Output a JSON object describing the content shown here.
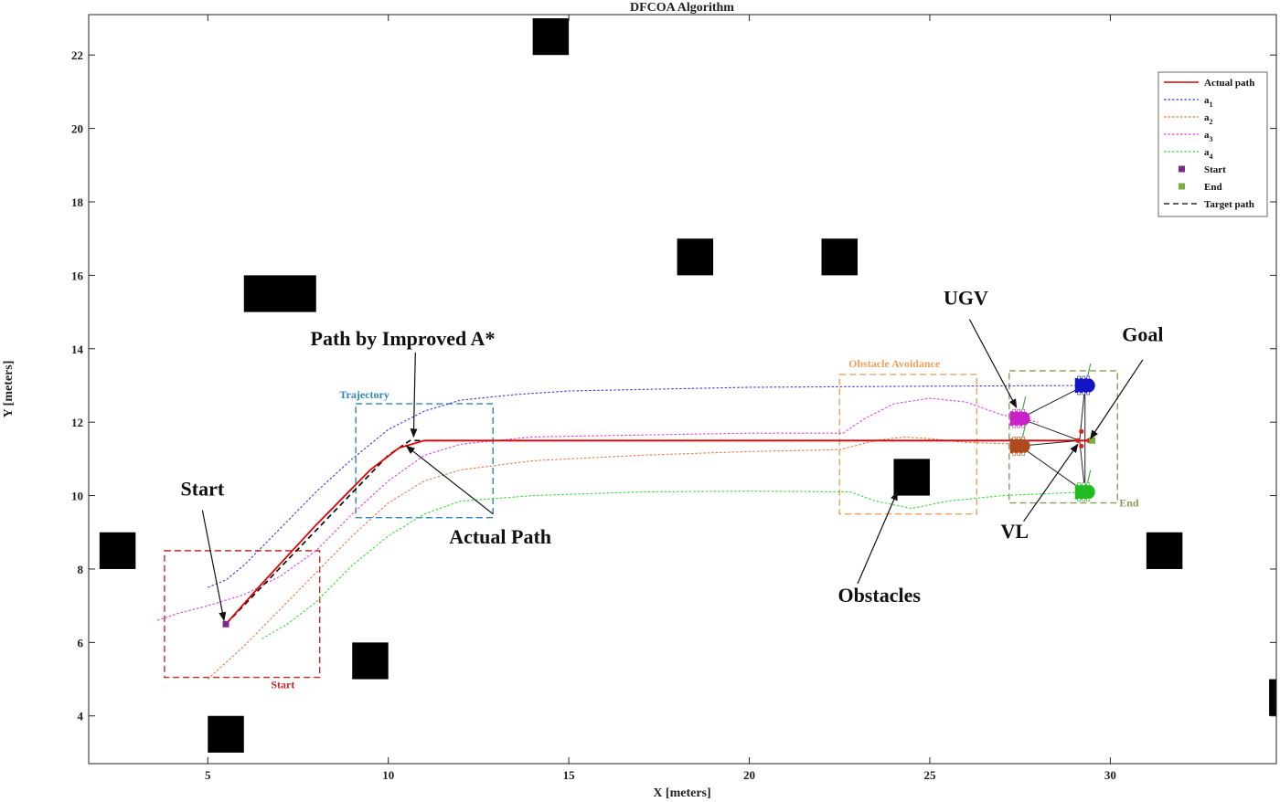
{
  "chart_data": {
    "type": "line",
    "title": "DFCOA Algorithm",
    "xlabel": "X [meters]",
    "ylabel": "Y [meters]",
    "xlim": [
      1.7,
      34.6
    ],
    "ylim": [
      2.7,
      23.1
    ],
    "xticks": [
      5,
      10,
      15,
      20,
      25,
      30
    ],
    "yticks": [
      4,
      6,
      8,
      10,
      12,
      14,
      16,
      18,
      20,
      22
    ],
    "grid": false,
    "legend_position": "top-right",
    "legend": [
      {
        "label": "Actual path",
        "sub": "",
        "color": "#e00000",
        "style": "solid"
      },
      {
        "label": "a",
        "sub": "1",
        "color": "#3b3bd9",
        "style": "dotted"
      },
      {
        "label": "a",
        "sub": "2",
        "color": "#e8784a",
        "style": "dotted"
      },
      {
        "label": "a",
        "sub": "3",
        "color": "#e040e0",
        "style": "dotted"
      },
      {
        "label": "a",
        "sub": "4",
        "color": "#33dd33",
        "style": "dotted"
      },
      {
        "label": "Start",
        "sub": "",
        "color": "#7d2a8c",
        "style": "marker"
      },
      {
        "label": "End",
        "sub": "",
        "color": "#7ab040",
        "style": "marker"
      },
      {
        "label": "Target path",
        "sub": "",
        "color": "#000000",
        "style": "dashed"
      }
    ],
    "series": [
      {
        "name": "Target path",
        "color": "#000000",
        "style": "dashed",
        "points": [
          [
            5.5,
            6.5
          ],
          [
            10,
            11.1
          ],
          [
            10.6,
            11.5
          ],
          [
            29.4,
            11.5
          ]
        ]
      },
      {
        "name": "Actual path",
        "color": "#e00000",
        "style": "solid",
        "points": [
          [
            5.5,
            6.5
          ],
          [
            6.5,
            7.6
          ],
          [
            8,
            9.2
          ],
          [
            9.5,
            10.7
          ],
          [
            10.3,
            11.3
          ],
          [
            11,
            11.5
          ],
          [
            13,
            11.5
          ],
          [
            29.4,
            11.5
          ]
        ]
      },
      {
        "name": "a1",
        "color": "#3b3bd9",
        "style": "dotted",
        "points": [
          [
            5,
            7.5
          ],
          [
            5.5,
            7.7
          ],
          [
            6,
            8.1
          ],
          [
            7,
            9.1
          ],
          [
            8,
            10.1
          ],
          [
            9,
            11
          ],
          [
            10,
            11.8
          ],
          [
            11,
            12.3
          ],
          [
            12,
            12.6
          ],
          [
            13.5,
            12.75
          ],
          [
            15,
            12.85
          ],
          [
            20,
            12.95
          ],
          [
            25,
            12.98
          ],
          [
            29.4,
            13
          ]
        ]
      },
      {
        "name": "a2",
        "color": "#e8784a",
        "style": "dotted",
        "points": [
          [
            5,
            5
          ],
          [
            6,
            5.9
          ],
          [
            7,
            6.9
          ],
          [
            8,
            7.9
          ],
          [
            9,
            8.9
          ],
          [
            10,
            9.8
          ],
          [
            11,
            10.4
          ],
          [
            12,
            10.7
          ],
          [
            14,
            10.95
          ],
          [
            17,
            11.1
          ],
          [
            20,
            11.2
          ],
          [
            22.5,
            11.25
          ],
          [
            23.5,
            11.5
          ],
          [
            24.3,
            11.6
          ],
          [
            25,
            11.55
          ],
          [
            26,
            11.45
          ],
          [
            27.5,
            11.4
          ]
        ]
      },
      {
        "name": "a3",
        "color": "#e040e0",
        "style": "dotted",
        "points": [
          [
            3.6,
            6.6
          ],
          [
            4.2,
            6.8
          ],
          [
            5,
            7
          ],
          [
            6,
            7.3
          ],
          [
            7,
            7.8
          ],
          [
            8,
            8.5
          ],
          [
            9,
            9.5
          ],
          [
            10,
            10.4
          ],
          [
            11,
            11.1
          ],
          [
            12,
            11.4
          ],
          [
            14,
            11.6
          ],
          [
            17,
            11.65
          ],
          [
            20,
            11.7
          ],
          [
            22.6,
            11.7
          ],
          [
            23.2,
            12.1
          ],
          [
            24,
            12.5
          ],
          [
            25,
            12.65
          ],
          [
            26,
            12.55
          ],
          [
            27,
            12.2
          ],
          [
            28,
            12
          ]
        ]
      },
      {
        "name": "a4",
        "color": "#33dd33",
        "style": "dotted",
        "points": [
          [
            6.5,
            6.1
          ],
          [
            7.2,
            6.5
          ],
          [
            8,
            7.1
          ],
          [
            9,
            8.1
          ],
          [
            10,
            8.9
          ],
          [
            11,
            9.5
          ],
          [
            12,
            9.85
          ],
          [
            14,
            10
          ],
          [
            17,
            10.1
          ],
          [
            20,
            10.12
          ],
          [
            22.8,
            10.1
          ],
          [
            23.5,
            9.85
          ],
          [
            24.5,
            9.65
          ],
          [
            25.5,
            9.85
          ],
          [
            27,
            10
          ],
          [
            29.4,
            10.1
          ]
        ]
      }
    ],
    "obstacles": [
      {
        "x": [
          14,
          15
        ],
        "y": [
          22,
          23
        ]
      },
      {
        "x": [
          6,
          8
        ],
        "y": [
          15,
          16
        ]
      },
      {
        "x": [
          18,
          19
        ],
        "y": [
          16,
          17
        ]
      },
      {
        "x": [
          22,
          23
        ],
        "y": [
          16,
          17
        ]
      },
      {
        "x": [
          2,
          3
        ],
        "y": [
          8,
          9
        ]
      },
      {
        "x": [
          9,
          10
        ],
        "y": [
          5,
          6
        ]
      },
      {
        "x": [
          5,
          6
        ],
        "y": [
          3,
          4
        ]
      },
      {
        "x": [
          24,
          25
        ],
        "y": [
          10,
          11
        ]
      },
      {
        "x": [
          31,
          32
        ],
        "y": [
          8,
          9
        ]
      },
      {
        "x": [
          34.4,
          35
        ],
        "y": [
          4,
          5
        ]
      }
    ],
    "markers": [
      {
        "name": "start-marker",
        "x": 5.5,
        "y": 6.5,
        "color": "#7d2a8c"
      },
      {
        "name": "end-marker",
        "x": 29.5,
        "y": 11.5,
        "color": "#7ab040"
      }
    ],
    "vl_points": [
      [
        29.1,
        11.5
      ],
      [
        29.2,
        11.75
      ],
      [
        29.2,
        11.35
      ],
      [
        29.4,
        11.5
      ]
    ],
    "ugvs": [
      {
        "name": "ugv-a1",
        "x": 29.3,
        "y": 13,
        "color": "#1515c8"
      },
      {
        "name": "ugv-a3",
        "x": 27.5,
        "y": 12.1,
        "color": "#c822c8"
      },
      {
        "name": "ugv-a2",
        "x": 27.5,
        "y": 11.35,
        "color": "#b04a1c"
      },
      {
        "name": "ugv-a4",
        "x": 29.3,
        "y": 10.1,
        "color": "#22bb22"
      }
    ],
    "boxes": [
      {
        "name": "start-box",
        "x": [
          3.8,
          8.1
        ],
        "y": [
          5.05,
          8.5
        ],
        "color": "#c62828",
        "label": "Start",
        "label_pos": [
          6.75,
          4.75
        ]
      },
      {
        "name": "trajectory-box",
        "x": [
          9.1,
          12.9
        ],
        "y": [
          9.4,
          12.5
        ],
        "color": "#2e86c1",
        "label": "Trajectory",
        "label_pos": [
          8.65,
          12.65
        ]
      },
      {
        "name": "obstacle-avoidance-box",
        "x": [
          22.5,
          26.3
        ],
        "y": [
          9.5,
          13.3
        ],
        "color": "#f0a060",
        "label": "Obstacle Avoidance",
        "label_pos": [
          22.75,
          13.5
        ]
      },
      {
        "name": "end-box",
        "x": [
          27.2,
          30.2
        ],
        "y": [
          9.8,
          13.4
        ],
        "color": "#8c9a5a",
        "label": "End",
        "label_pos": [
          30.25,
          9.7
        ]
      }
    ],
    "annotations": [
      {
        "name": "annotation-start",
        "text": "Start",
        "text_pos": [
          4.85,
          10
        ],
        "arrow_from": [
          4.85,
          9.6
        ],
        "arrow_to": [
          5.45,
          6.6
        ]
      },
      {
        "name": "annotation-path-improved",
        "text": "Path by Improved A*",
        "text_pos": [
          10.4,
          14.1
        ],
        "arrow_from": [
          10.75,
          13.9
        ],
        "arrow_to": [
          10.7,
          11.6
        ]
      },
      {
        "name": "annotation-actual-path",
        "text": "Actual Path",
        "text_pos": [
          13.1,
          8.7
        ],
        "arrow_from": [
          12.9,
          9.5
        ],
        "arrow_to": [
          10.5,
          11.35
        ]
      },
      {
        "name": "annotation-obstacles",
        "text": "Obstacles",
        "text_pos": [
          23.6,
          7.1
        ],
        "arrow_from": [
          23,
          7.6
        ],
        "arrow_to": [
          24.1,
          10.1
        ]
      },
      {
        "name": "annotation-ugv",
        "text": "UGV",
        "text_pos": [
          26,
          15.2
        ],
        "arrow_from": [
          26.1,
          14.8
        ],
        "arrow_to": [
          27.4,
          12.4
        ]
      },
      {
        "name": "annotation-goal",
        "text": "Goal",
        "text_pos": [
          30.9,
          14.2
        ],
        "arrow_from": [
          30.9,
          13.7
        ],
        "arrow_to": [
          29.45,
          11.55
        ]
      },
      {
        "name": "annotation-vl",
        "text": "VL",
        "text_pos": [
          27.35,
          8.85
        ],
        "arrow_from": [
          27.6,
          9.3
        ],
        "arrow_to": [
          29.1,
          11.4
        ]
      }
    ]
  }
}
